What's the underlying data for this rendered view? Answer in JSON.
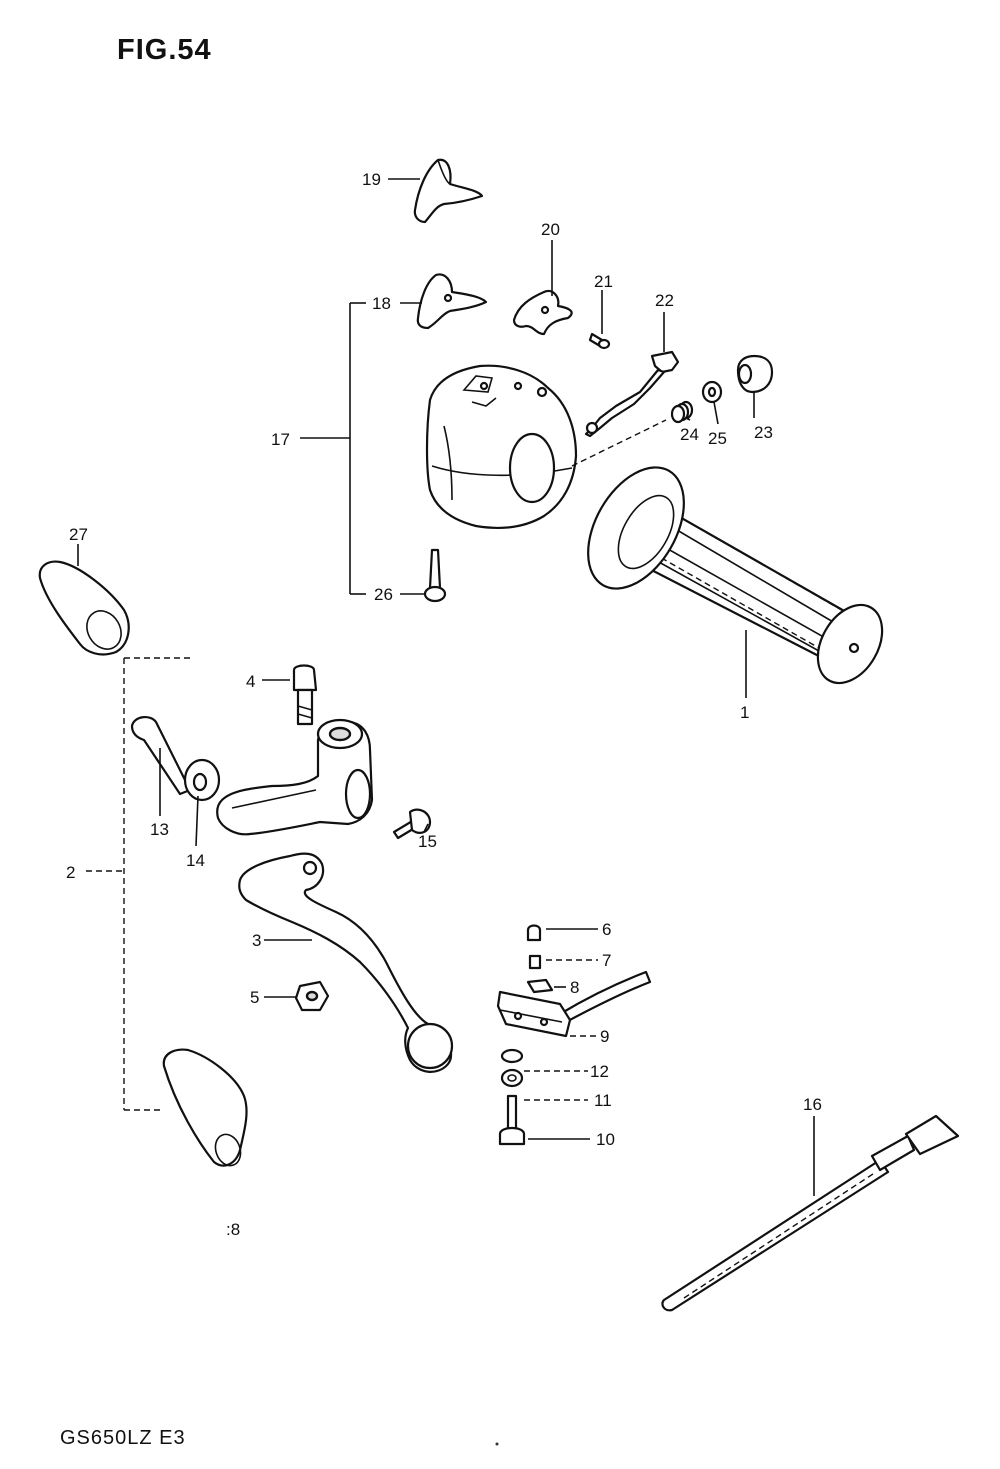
{
  "figure": {
    "title": "FIG.54",
    "model_code": "GS650LZ E3",
    "stray_mark": ":8"
  },
  "callouts": [
    {
      "id": "1",
      "label": "1"
    },
    {
      "id": "2",
      "label": "2"
    },
    {
      "id": "3",
      "label": "3"
    },
    {
      "id": "4",
      "label": "4"
    },
    {
      "id": "5",
      "label": "5"
    },
    {
      "id": "6",
      "label": "6"
    },
    {
      "id": "7",
      "label": "7"
    },
    {
      "id": "8",
      "label": "8"
    },
    {
      "id": "9",
      "label": "9"
    },
    {
      "id": "10",
      "label": "10"
    },
    {
      "id": "11",
      "label": "11"
    },
    {
      "id": "12",
      "label": "12"
    },
    {
      "id": "13",
      "label": "13"
    },
    {
      "id": "14",
      "label": "14"
    },
    {
      "id": "15",
      "label": "15"
    },
    {
      "id": "16",
      "label": "16"
    },
    {
      "id": "17",
      "label": "17"
    },
    {
      "id": "18",
      "label": "18"
    },
    {
      "id": "19",
      "label": "19"
    },
    {
      "id": "20",
      "label": "20"
    },
    {
      "id": "21",
      "label": "21"
    },
    {
      "id": "22",
      "label": "22"
    },
    {
      "id": "23",
      "label": "23"
    },
    {
      "id": "24",
      "label": "24"
    },
    {
      "id": "25",
      "label": "25"
    },
    {
      "id": "26",
      "label": "26"
    },
    {
      "id": "27",
      "label": "27"
    }
  ]
}
